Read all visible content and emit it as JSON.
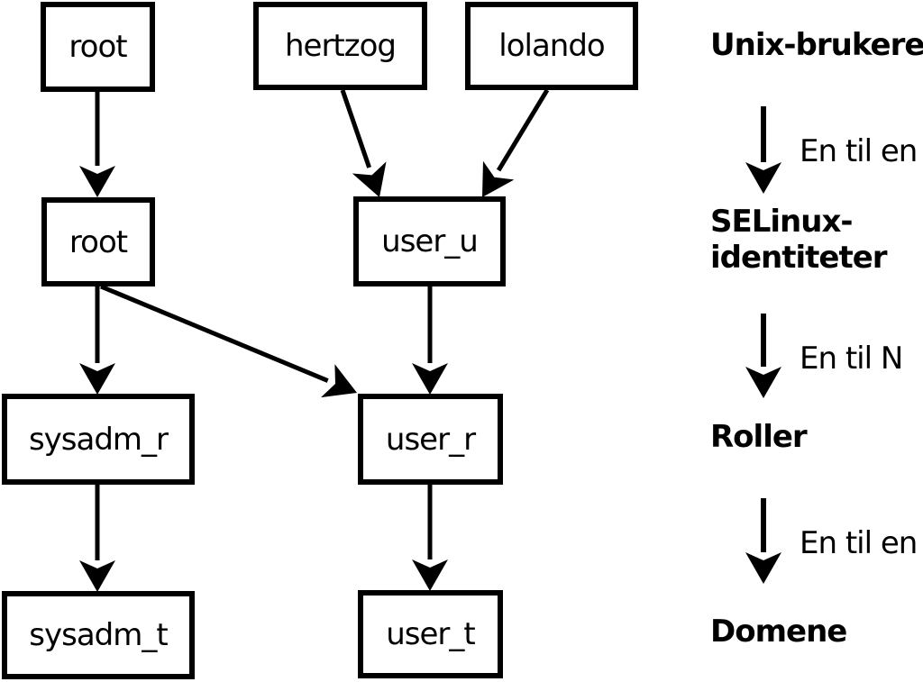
{
  "diagram": {
    "unix_users": {
      "root": "root",
      "hertzog": "hertzog",
      "lolando": "lolando"
    },
    "selinux_identities": {
      "root": "root",
      "user_u": "user_u"
    },
    "roles": {
      "sysadm_r": "sysadm_r",
      "user_r": "user_r"
    },
    "domains": {
      "sysadm_t": "sysadm_t",
      "user_t": "user_t"
    }
  },
  "legend": {
    "unix_users_label": "Unix-brukere",
    "unix_to_selinux_label": "En til en",
    "selinux_identities_label_line1": "SELinux-",
    "selinux_identities_label_line2": "identiteter",
    "selinux_to_roles_label": "En til N",
    "roles_label": "Roller",
    "roles_to_domains_label": "En til en",
    "domains_label": "Domene"
  },
  "colors": {
    "foreground": "#000000",
    "background": "#ffffff"
  }
}
